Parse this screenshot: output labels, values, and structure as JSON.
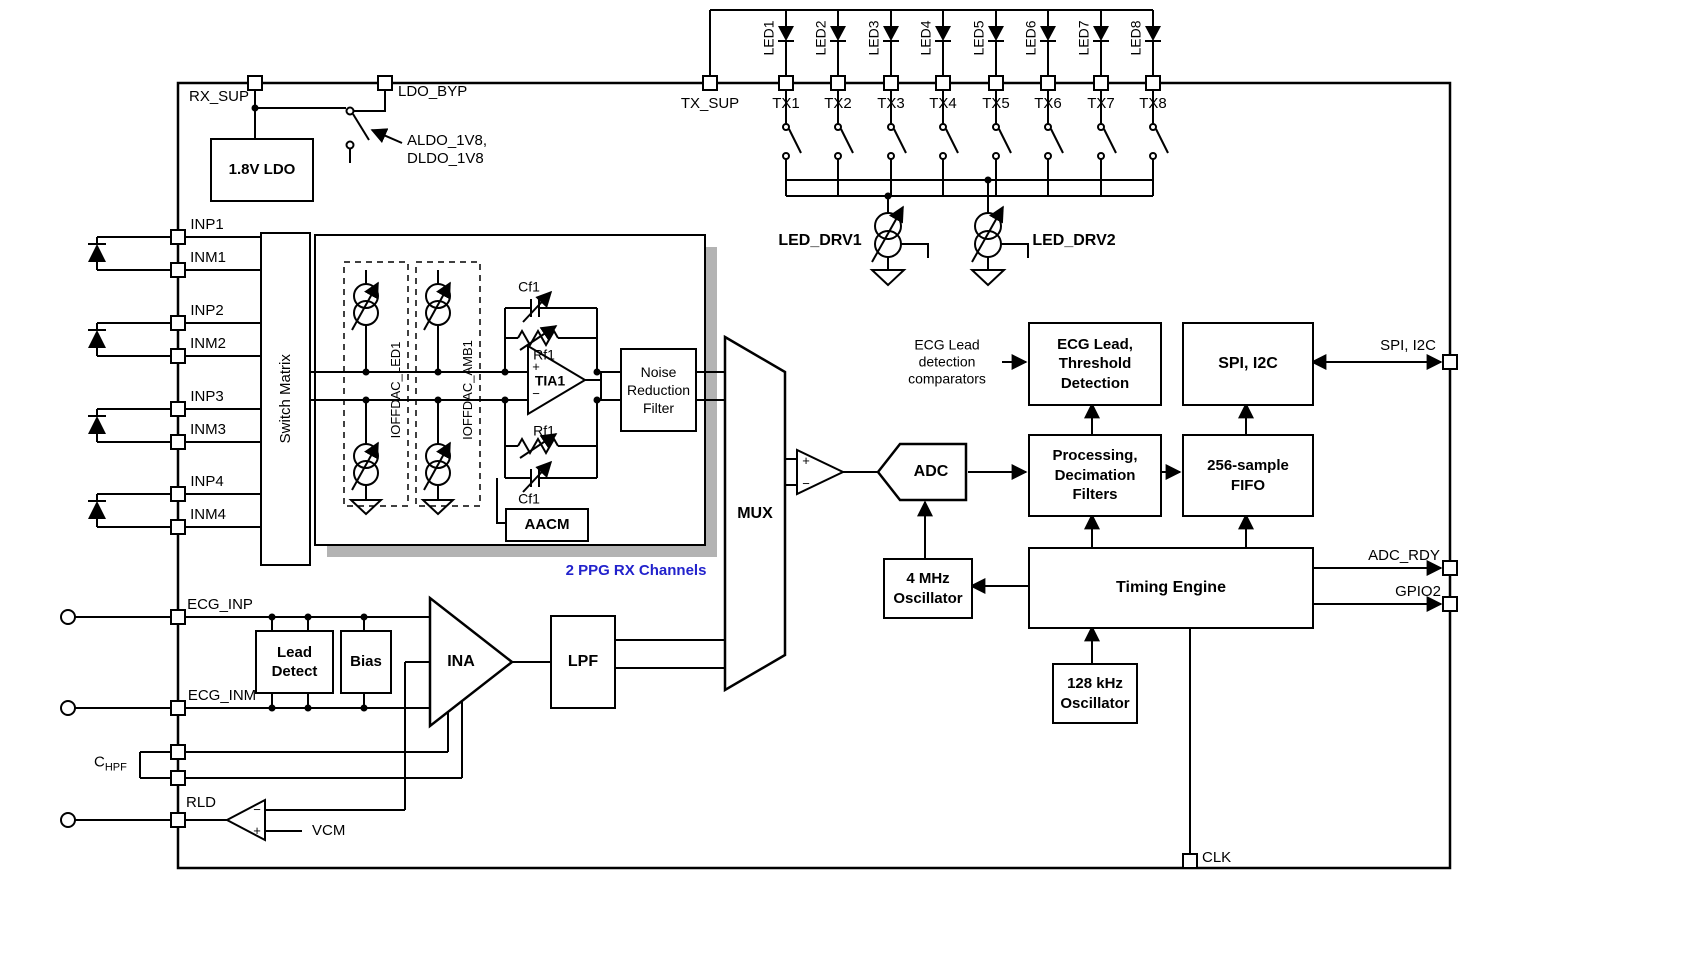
{
  "pins": {
    "rx_sup": "RX_SUP",
    "ldo_byp": "LDO_BYP",
    "tx_sup": "TX_SUP",
    "tx": [
      "TX1",
      "TX2",
      "TX3",
      "TX4",
      "TX5",
      "TX6",
      "TX7",
      "TX8"
    ],
    "led": [
      "LED1",
      "LED2",
      "LED3",
      "LED4",
      "LED5",
      "LED6",
      "LED7",
      "LED8"
    ],
    "in": [
      "INP1",
      "INM1",
      "INP2",
      "INM2",
      "INP3",
      "INM3",
      "INP4",
      "INM4"
    ],
    "ecg_inp": "ECG_INP",
    "ecg_inm": "ECG_INM",
    "chpf_main": "C",
    "chpf_sub": "HPF",
    "rld": "RLD",
    "spi": "SPI, I2C",
    "adc_rdy": "ADC_RDY",
    "gpio2": "GPIO2",
    "clk": "CLK"
  },
  "labels": {
    "aldo": [
      "ALDO_1V8,",
      "DLDO_1V8"
    ],
    "vcm": "VCM",
    "led_drv1": "LED_DRV1",
    "led_drv2": "LED_DRV2",
    "cf1": "Cf1",
    "rf1": "Rf1",
    "ioffdac_led1": "IOFFDAC_LED1",
    "ioffdac_amb1": "IOFFDAC_AMB1",
    "ppg_channels": "2 PPG RX Channels",
    "ecg_comp": [
      "ECG Lead",
      "detection",
      "comparators"
    ],
    "plus": "+",
    "minus": "−"
  },
  "blocks": {
    "ldo": "1.8V LDO",
    "switch_matrix": "Switch Matrix",
    "tia": "TIA1",
    "nrf": [
      "Noise",
      "Reduction",
      "Filter"
    ],
    "aacm": "AACM",
    "mux": "MUX",
    "adc": "ADC",
    "lead_detect": [
      "Lead",
      "Detect"
    ],
    "bias": "Bias",
    "ina": "INA",
    "lpf": "LPF",
    "ecg_lead": [
      "ECG Lead,",
      "Threshold",
      "Detection"
    ],
    "spi_i2c": "SPI, I2C",
    "processing": [
      "Processing,",
      "Decimation",
      "Filters"
    ],
    "fifo": [
      "256-sample",
      "FIFO"
    ],
    "osc_4mhz": [
      "4 MHz",
      "Oscillator"
    ],
    "timing": "Timing Engine",
    "osc_128khz": [
      "128 kHz",
      "Oscillator"
    ]
  },
  "colors": {
    "accent_blue": "#2222cc",
    "shadow_gray": "#b3b3b3"
  }
}
